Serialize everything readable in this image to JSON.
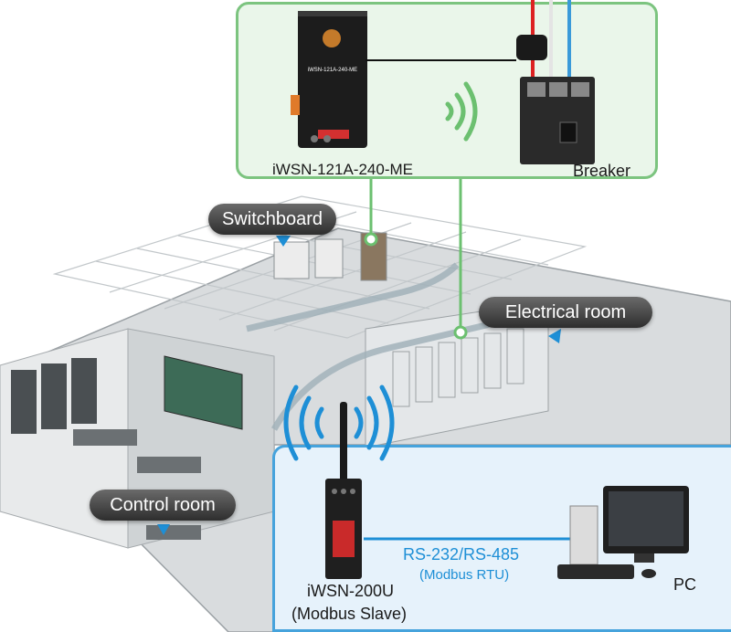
{
  "devices": {
    "wireless_module": "iWSN-121A-240-ME",
    "breaker": "Breaker",
    "slave_device": "iWSN-200U",
    "slave_role": "(Modbus Slave)",
    "pc": "PC"
  },
  "device_marks": {
    "module_model": "iWSN-121A-240-ME"
  },
  "rooms": {
    "switchboard": "Switchboard",
    "electrical_room": "Electrical room",
    "control_room": "Control room"
  },
  "connection": {
    "interface": "RS-232/RS-485",
    "protocol": "(Modbus RTU)"
  },
  "colors": {
    "top_panel_border": "#7cc47f",
    "top_panel_fill": "#eaf6ea",
    "bottom_panel_border": "#46a3dc",
    "bottom_panel_fill": "#e6f2fb",
    "green_link": "#6cc070",
    "blue_link": "#1e8fd6",
    "label_pill": "#3a3a3a"
  }
}
